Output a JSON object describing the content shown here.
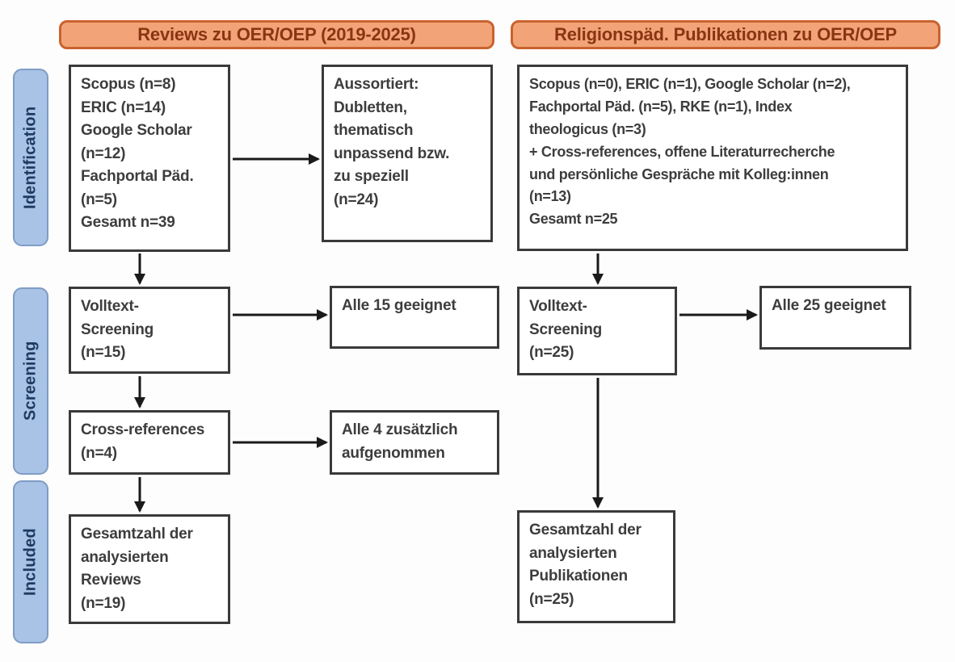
{
  "diagram": {
    "title_headers": {
      "left": "Reviews zu OER/OEP (2019-2025)",
      "right": "Religionspäd. Publikationen zu OER/OEP"
    },
    "stages": {
      "identification": "Identification",
      "screening": "Screening",
      "included": "Included"
    },
    "left_column": {
      "sources_box": "Scopus (n=8)\nERIC (n=14)\nGoogle Scholar\n(n=12)\nFachportal Päd.\n(n=5)\nGesamt n=39",
      "excluded_box": "Aussortiert:\nDubletten,\nthematisch\nunpassend bzw.\nzu speziell\n(n=24)",
      "fulltext_screening_box": "Volltext-\nScreening\n(n=15)",
      "fulltext_result_box": "Alle 15 geeignet",
      "crossref_box": "Cross-references\n(n=4)",
      "crossref_result_box": "Alle 4 zusätzlich\naufgenommen",
      "included_box": "Gesamtzahl der\nanalysierten\nReviews\n(n=19)"
    },
    "right_column": {
      "sources_box": "Scopus (n=0), ERIC (n=1), Google Scholar (n=2),\nFachportal Päd. (n=5), RKE (n=1), Index\ntheologicus (n=3)\n+ Cross-references, offene Literaturrecherche\nund persönliche Gespräche mit Kolleg:innen\n(n=13)\nGesamt n=25",
      "fulltext_screening_box": "Volltext-\nScreening\n(n=25)",
      "fulltext_result_box": "Alle 25 geeignet",
      "included_box": "Gesamtzahl der\nanalysierten\nPublikationen\n(n=25)"
    },
    "colors": {
      "header_fill": "#f2a478",
      "header_border": "#c9632f",
      "header_text": "#8a3512",
      "stage_fill": "#a9c3e6",
      "stage_border": "#7f9cc4",
      "stage_text": "#1f3a60",
      "box_border": "#3a3a3a",
      "box_text": "#3d3d3d",
      "arrow": "#1a1a1a",
      "background": "#fdfdfd"
    }
  }
}
